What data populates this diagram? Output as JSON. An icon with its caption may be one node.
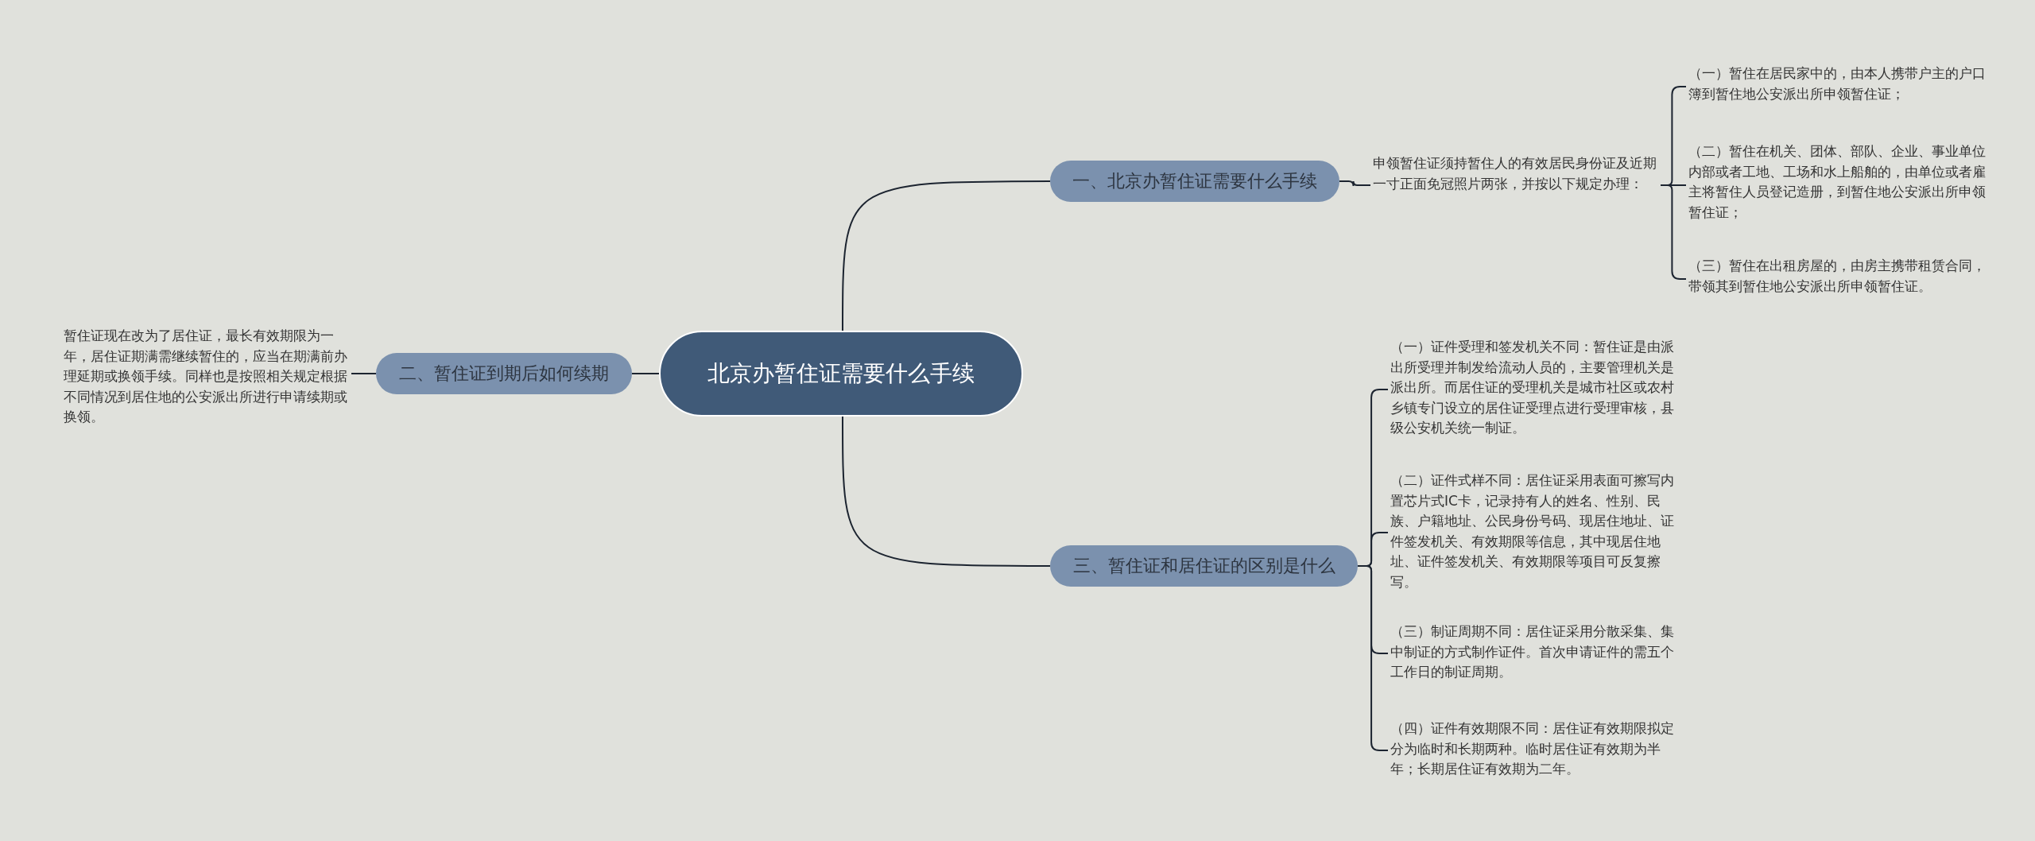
{
  "diagram": {
    "nodes": [
      {
        "text": [
          "北京办暂住证需要什么手续"
        ]
      },
      {
        "text": [
          "一、北京办暂住证需要什么手续"
        ]
      },
      {
        "text": [
          "申领暂住证须持暂住人的有效居民身份证及近期一寸正面免冠照片两张，并按以下规定办理："
        ]
      },
      {
        "text": [
          "（一）暂住在居民家中的，由本人携带户主的户口簿到暂住地公安派出所申领暂住证；"
        ]
      },
      {
        "text": [
          "（二）暂住在机关、团体、部队、企业、事业单位内部或者工地、工场和水上船舶的，由单位或者雇主将暂住人员登记造册，到暂住地公安派出所申领暂住证；"
        ]
      },
      {
        "text": [
          "（三）暂住在出租房屋的，由房主携带租赁合同，带领其到暂住地公安派出所申领暂住证。"
        ]
      },
      {
        "text": [
          "二、暂住证到期后如何续期"
        ]
      },
      {
        "text": [
          "暂住证现在改为了居住证，最长有效期限为一年，居住证期满需继续暂住的，应当在期满前办理延期或换领手续。同样也是按照相关规定根据不同情况到居住地的公安派出所进行申请续期或换领。"
        ]
      },
      {
        "text": [
          "三、暂住证和居住证的区别是什么"
        ]
      },
      {
        "text": [
          "（一）证件受理和签发机关不同：暂住证是由派出所受理并制发给流动人员的，主要管理机关是派出所。而居住证的受理机关是城市社区或农村乡镇专门设立的居住证受理点进行受理审核，县级公安机关统一制证。"
        ]
      },
      {
        "text": [
          "（二）证件式样不同：居住证采用表面可擦写内置芯片式IC卡，记录持有人的姓名、性别、民族、户籍地址、公民身份号码、现居住地址、证件签发机关、有效期限等信息，其中现居住地址、证件签发机关、有效期限等项目可反复擦写。"
        ]
      },
      {
        "text": [
          "（三）制证周期不同：居住证采用分散采集、集中制证的方式制作证件。首次申请证件的需五个工作日的制证周期。"
        ]
      },
      {
        "text": [
          "（四）证件有效期限不同：居住证有效期限拟定分为临时和长期两种。临时居住证有效期为半年；长期居住证有效期为二年。"
        ]
      }
    ],
    "edges": [
      {
        "from": 0,
        "to": 1,
        "arrow": "none"
      },
      {
        "from": 1,
        "to": 2,
        "arrow": "none"
      },
      {
        "from": 2,
        "to": 3,
        "arrow": "none"
      },
      {
        "from": 2,
        "to": 4,
        "arrow": "none"
      },
      {
        "from": 2,
        "to": 5,
        "arrow": "none"
      },
      {
        "from": 0,
        "to": 6,
        "arrow": "none"
      },
      {
        "from": 6,
        "to": 7,
        "arrow": "none"
      },
      {
        "from": 0,
        "to": 8,
        "arrow": "none"
      },
      {
        "from": 8,
        "to": 9,
        "arrow": "none"
      },
      {
        "from": 8,
        "to": 10,
        "arrow": "none"
      },
      {
        "from": 8,
        "to": 11,
        "arrow": "none"
      },
      {
        "from": 8,
        "to": 12,
        "arrow": "none"
      }
    ]
  }
}
